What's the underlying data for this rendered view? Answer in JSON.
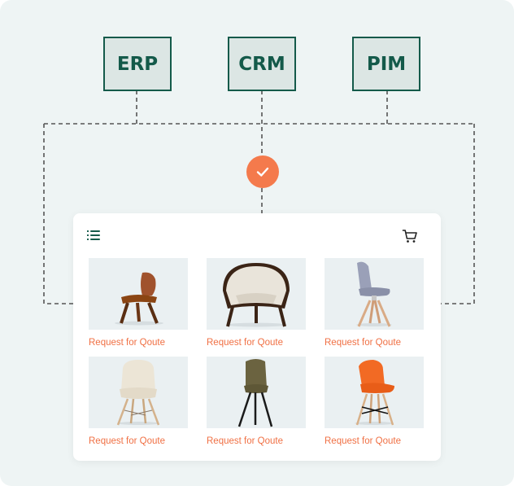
{
  "systems": [
    {
      "label": "ERP"
    },
    {
      "label": "CRM"
    },
    {
      "label": "PIM"
    }
  ],
  "status": {
    "icon": "checkmark-icon",
    "color": "#f47a4c"
  },
  "storefront": {
    "menu_icon": "menu-icon",
    "cart_icon": "cart-icon",
    "products": [
      {
        "image": "lounge-chair-wood",
        "cta": "Request for Qoute"
      },
      {
        "image": "shell-chair-cream",
        "cta": "Request for Qoute"
      },
      {
        "image": "grey-chair-wood-legs",
        "cta": "Request for Qoute"
      },
      {
        "image": "cream-upholstered-chair-eiffel",
        "cta": "Request for Qoute"
      },
      {
        "image": "olive-chair-black-legs",
        "cta": "Request for Qoute"
      },
      {
        "image": "orange-chair-eiffel",
        "cta": "Request for Qoute"
      }
    ]
  },
  "colors": {
    "accent": "#f47a4c",
    "system_border": "#145a4a",
    "connector": "#555555"
  }
}
